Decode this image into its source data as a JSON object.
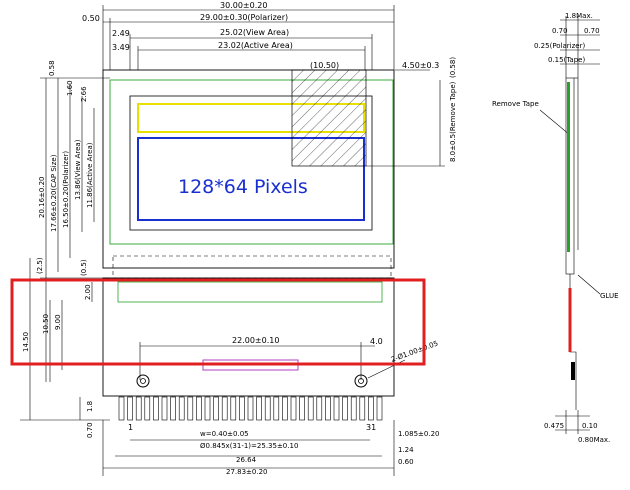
{
  "drawing": {
    "pixels_label": "128*64  Pixels",
    "top_dims": {
      "overall": "30.00±0.20",
      "polarizer": "29.00±0.30(Polarizer)",
      "view": "25.02(View Area)",
      "active": "23.02(Active Area)",
      "gap_a": "0.50",
      "gap_b": "2.49",
      "gap_c": "3.49",
      "tape_w": "(10.50)",
      "tape_off": "4.50±0.3",
      "tape_r": "(0.58)"
    },
    "left_dims": {
      "top_gap": "0.58",
      "g1": "1.60",
      "g2": "2.66",
      "overall": "20.16±0.20",
      "cap": "17.66±0.20(CAP Size)",
      "polarizer": "16.50±0.20(Polarizer)",
      "view": "13.86(View Area)",
      "active": "11.86(Active Area)",
      "a": "(2.5)",
      "b": "(0.5)",
      "lower": "14.50",
      "c": "10.50",
      "d": "9.00",
      "e": "2.00",
      "f": "1.8",
      "g": "0.70"
    },
    "right_tape": "8.0±0.5(Remove Tape)",
    "bottom_dims": {
      "holes": "22.00±0.10",
      "hole_r": "4.0",
      "hole_note": "2-Ø1.00±0.05",
      "pin1": "1",
      "pin31": "31",
      "pitch_w": "w=0.40±0.05",
      "pitch": "Ø0.845x(31-1)=25.35±0.10",
      "w1": "26.64",
      "w2": "27.83±0.20",
      "r1": "1.085±0.20",
      "r2": "1.24",
      "r3": "0.60"
    },
    "side": {
      "max": "1.8Max.",
      "t1": "0.70",
      "t2": "0.70",
      "pol": "0.25(Polarizer)",
      "tape": "0.15(Tape)",
      "remove": "Remove Tape",
      "glue": "GLUE",
      "b1": "0.475",
      "b2": "0.10",
      "bmax": "0.80Max."
    }
  },
  "colors": {
    "highlight": "#e02020",
    "active_area": "#1a2fd0",
    "polarizer": "#2aa02a",
    "yellow_bar": "#e8e000",
    "pin_mark": "#b040c0"
  }
}
